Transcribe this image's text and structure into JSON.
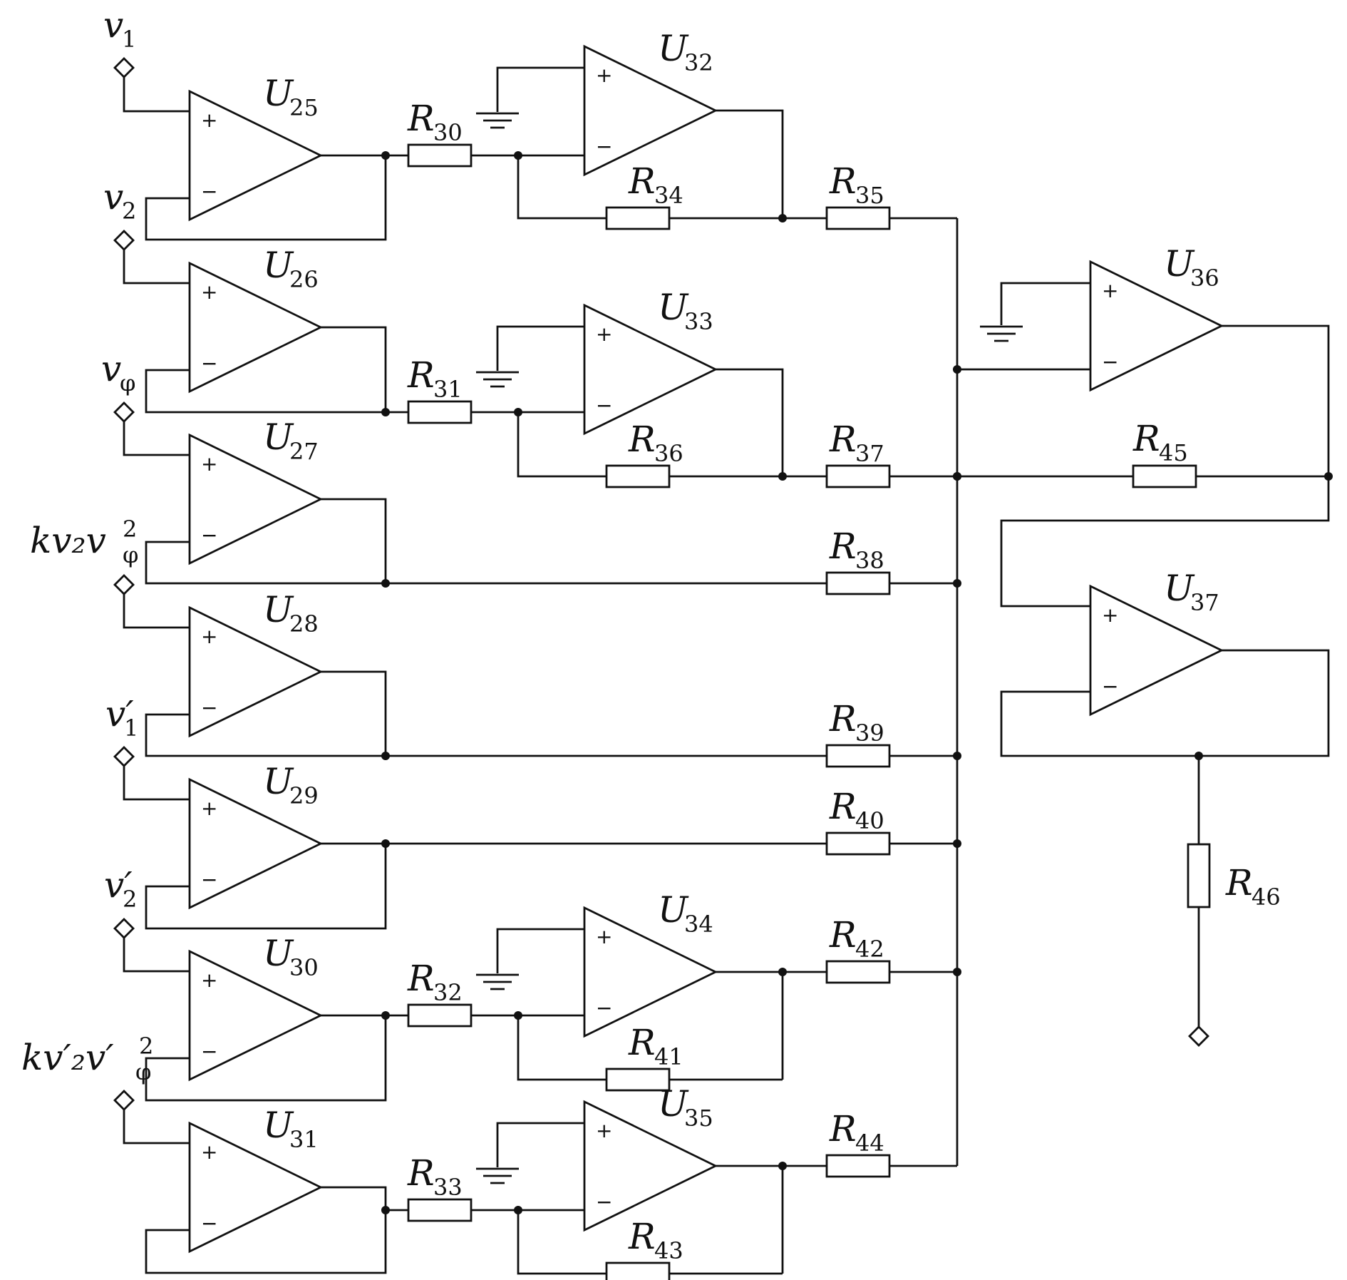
{
  "opamps": [
    {
      "id": "U25",
      "letter": "U",
      "sub": "25",
      "plus": "+",
      "minus": "−"
    },
    {
      "id": "U26",
      "letter": "U",
      "sub": "26",
      "plus": "+",
      "minus": "−"
    },
    {
      "id": "U27",
      "letter": "U",
      "sub": "27",
      "plus": "+",
      "minus": "−"
    },
    {
      "id": "U28",
      "letter": "U",
      "sub": "28",
      "plus": "+",
      "minus": "−"
    },
    {
      "id": "U29",
      "letter": "U",
      "sub": "29",
      "plus": "+",
      "minus": "−"
    },
    {
      "id": "U30",
      "letter": "U",
      "sub": "30",
      "plus": "+",
      "minus": "−"
    },
    {
      "id": "U31",
      "letter": "U",
      "sub": "31",
      "plus": "+",
      "minus": "−"
    },
    {
      "id": "U32",
      "letter": "U",
      "sub": "32",
      "plus": "+",
      "minus": "−"
    },
    {
      "id": "U33",
      "letter": "U",
      "sub": "33",
      "plus": "+",
      "minus": "−"
    },
    {
      "id": "U34",
      "letter": "U",
      "sub": "34",
      "plus": "+",
      "minus": "−"
    },
    {
      "id": "U35",
      "letter": "U",
      "sub": "35",
      "plus": "+",
      "minus": "−"
    },
    {
      "id": "U36",
      "letter": "U",
      "sub": "36",
      "plus": "+",
      "minus": "−"
    },
    {
      "id": "U37",
      "letter": "U",
      "sub": "37",
      "plus": "+",
      "minus": "−"
    }
  ],
  "resistors": [
    {
      "id": "R30",
      "letter": "R",
      "sub": "30"
    },
    {
      "id": "R31",
      "letter": "R",
      "sub": "31"
    },
    {
      "id": "R32",
      "letter": "R",
      "sub": "32"
    },
    {
      "id": "R33",
      "letter": "R",
      "sub": "33"
    },
    {
      "id": "R34",
      "letter": "R",
      "sub": "34"
    },
    {
      "id": "R35",
      "letter": "R",
      "sub": "35"
    },
    {
      "id": "R36",
      "letter": "R",
      "sub": "36"
    },
    {
      "id": "R37",
      "letter": "R",
      "sub": "37"
    },
    {
      "id": "R38",
      "letter": "R",
      "sub": "38"
    },
    {
      "id": "R39",
      "letter": "R",
      "sub": "39"
    },
    {
      "id": "R40",
      "letter": "R",
      "sub": "40"
    },
    {
      "id": "R41",
      "letter": "R",
      "sub": "41"
    },
    {
      "id": "R42",
      "letter": "R",
      "sub": "42"
    },
    {
      "id": "R43",
      "letter": "R",
      "sub": "43"
    },
    {
      "id": "R44",
      "letter": "R",
      "sub": "44"
    },
    {
      "id": "R45",
      "letter": "R",
      "sub": "45"
    },
    {
      "id": "R46",
      "letter": "R",
      "sub": "46"
    }
  ],
  "inputs": [
    {
      "id": "v1",
      "base": "v",
      "sub": "1"
    },
    {
      "id": "v2",
      "base": "v",
      "sub": "2"
    },
    {
      "id": "vphi",
      "base": "v",
      "sub": "φ"
    },
    {
      "id": "kv2vphi2",
      "text": "kv₂v",
      "sub": "φ",
      "sup": "2"
    },
    {
      "id": "v1p",
      "base": "v′",
      "sub": "1"
    },
    {
      "id": "v2p",
      "base": "v′",
      "sub": "2"
    },
    {
      "id": "kv2pvphip2",
      "text": "kv′₂v′",
      "sub": "φ",
      "sup": "2"
    }
  ]
}
